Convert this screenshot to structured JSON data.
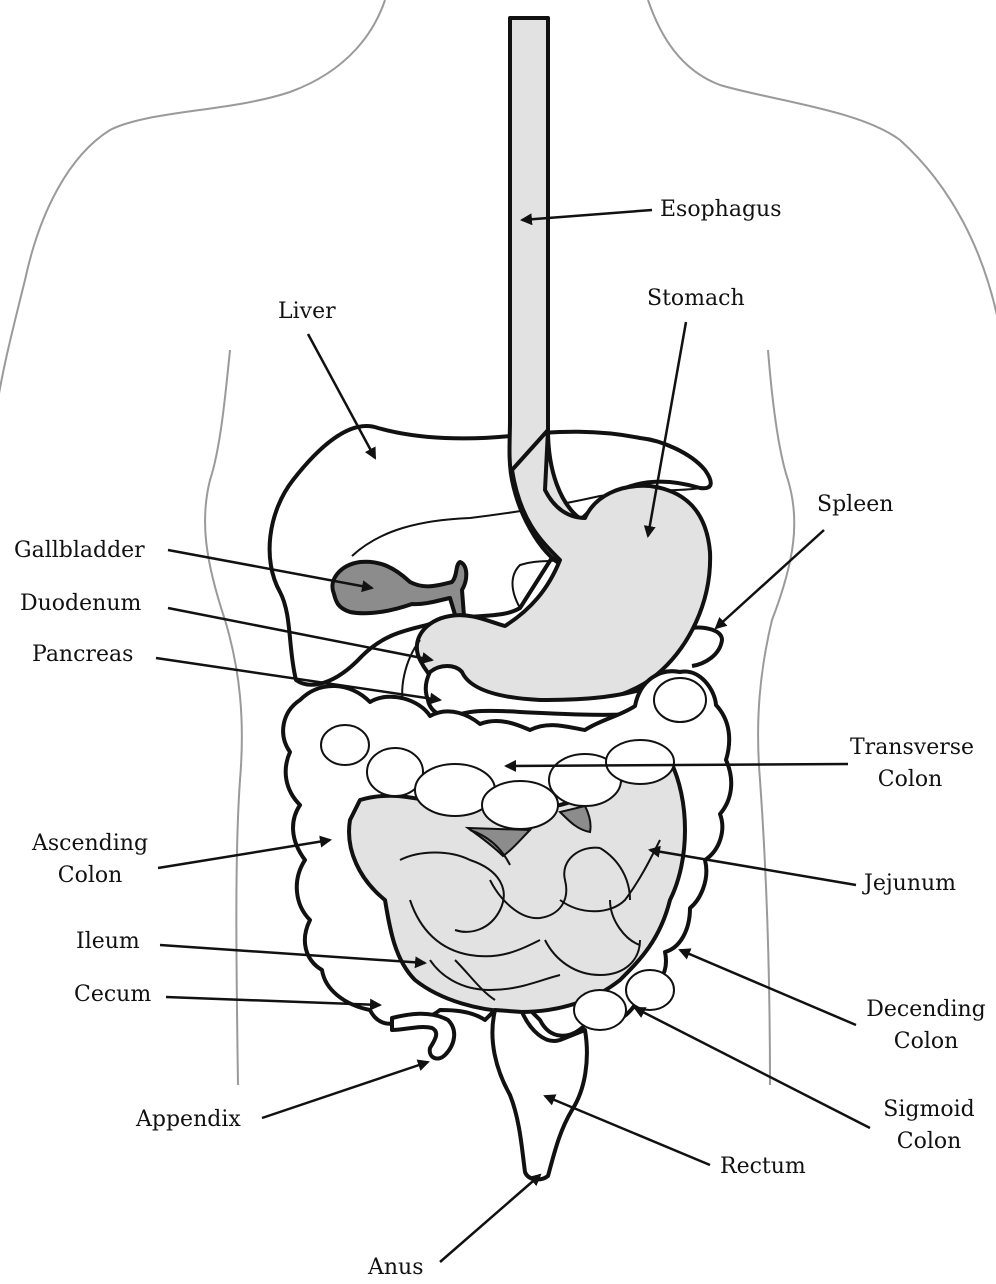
{
  "labels": {
    "esophagus": "Esophagus",
    "stomach": "Stomach",
    "liver": "Liver",
    "spleen": "Spleen",
    "gallbladder": "Gallbladder",
    "duodenum": "Duodenum",
    "pancreas": "Pancreas",
    "transverse_colon": [
      "Transverse",
      "Colon"
    ],
    "ascending_colon": [
      "Ascending",
      "Colon"
    ],
    "jejunum": "Jejunum",
    "ileum": "Ileum",
    "cecum": "Cecum",
    "decending_colon": [
      "Decending",
      "Colon"
    ],
    "sigmoid_colon": [
      "Sigmoid",
      "Colon"
    ],
    "appendix": "Appendix",
    "rectum": "Rectum",
    "anus": "Anus"
  },
  "colors": {
    "outline": "#111111",
    "body_outline": "#9a9a9a",
    "organ_fill_light": "#e2e2e2",
    "organ_fill_dark": "#8c8c8c",
    "colon_fill": "#ffffff"
  }
}
